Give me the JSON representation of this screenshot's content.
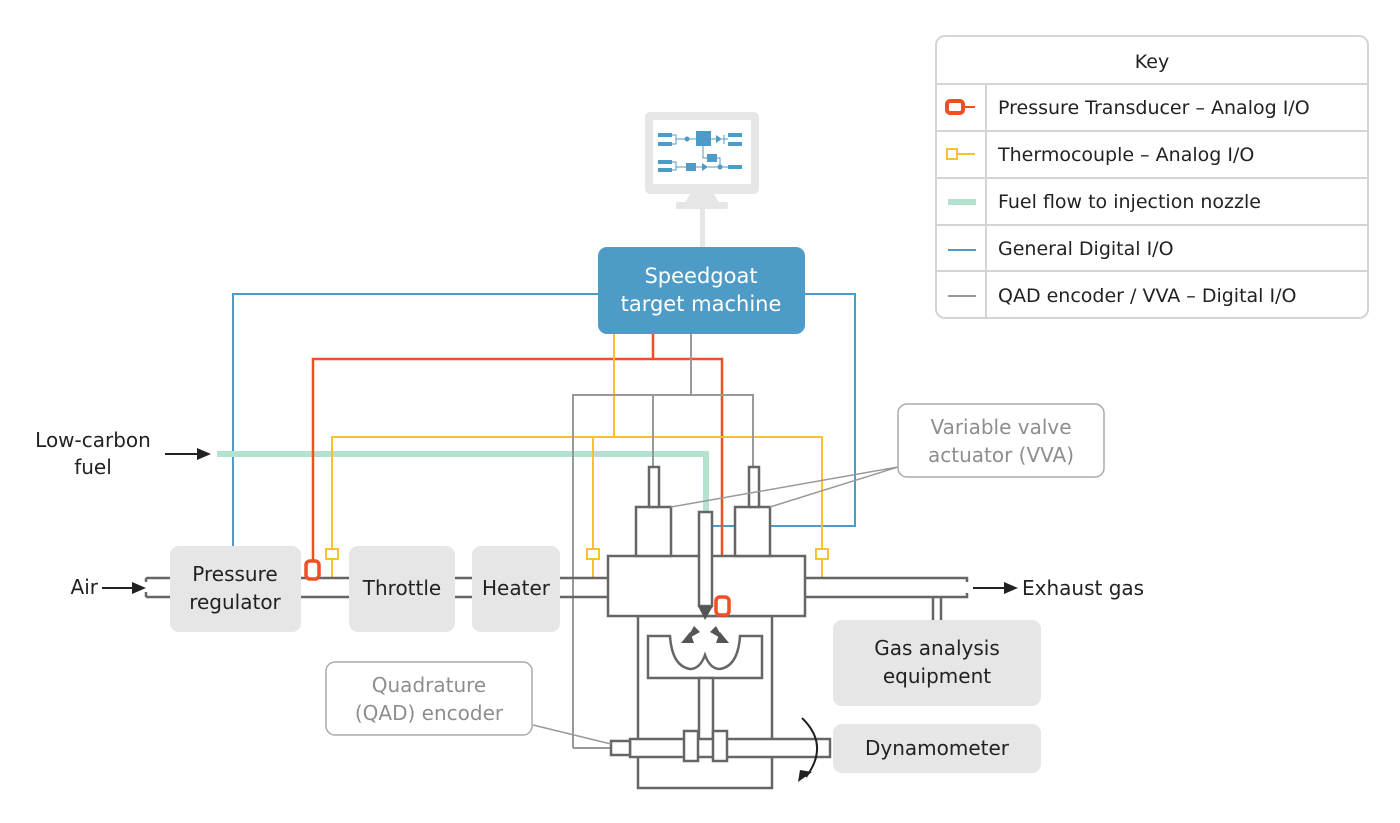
{
  "colors": {
    "pressure": "#f04e23",
    "thermocouple": "#fbc02d",
    "fuel": "#b3e2cf",
    "digital": "#4f9bc7",
    "qad": "#999999",
    "component_fill": "#e6e6e6",
    "outline": "#666666",
    "speedgoat": "#4f9bc7"
  },
  "key": {
    "title": "Key",
    "items": [
      {
        "icon": "pressure-transducer-icon",
        "label": "Pressure Transducer – Analog I/O"
      },
      {
        "icon": "thermocouple-icon",
        "label": "Thermocouple – Analog I/O"
      },
      {
        "icon": "fuel-flow-icon",
        "label": "Fuel flow to injection nozzle"
      },
      {
        "icon": "digital-io-icon",
        "label": "General Digital I/O"
      },
      {
        "icon": "qad-vva-icon",
        "label": "QAD encoder / VVA – Digital I/O"
      }
    ]
  },
  "speedgoat": {
    "line1": "Speedgoat",
    "line2": "target machine"
  },
  "inputs": {
    "fuel_line1": "Low-carbon",
    "fuel_line2": "fuel",
    "air": "Air",
    "exhaust": "Exhaust gas"
  },
  "components": {
    "pressure_regulator": {
      "line1": "Pressure",
      "line2": "regulator"
    },
    "throttle": "Throttle",
    "heater": "Heater",
    "gas_analysis": {
      "line1": "Gas analysis",
      "line2": "equipment"
    },
    "dynamometer": "Dynamometer"
  },
  "callouts": {
    "vva": {
      "line1": "Variable valve",
      "line2": "actuator (VVA)"
    },
    "qad": {
      "line1": "Quadrature",
      "line2": "(QAD) encoder"
    }
  }
}
